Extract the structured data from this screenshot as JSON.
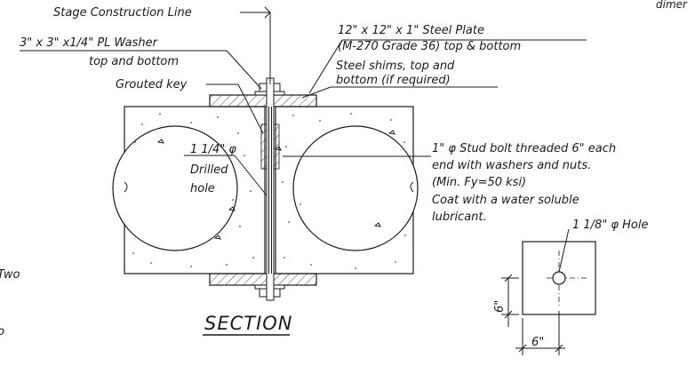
{
  "labels": {
    "stage_line": "Stage Construction Line",
    "corner_partial": "dimer",
    "steel_plate_line1": "12\" x 12\" x 1\" Steel Plate",
    "steel_plate_line2": "(M-270 Grade 36) top & bottom",
    "washer_line1": "3\" x 3\" x1/4\" PL Washer",
    "washer_line2": "top and bottom",
    "shims_line1": "Steel shims, top and",
    "shims_line2": "bottom (if required)",
    "grouted_key": "Grouted key",
    "drilled_hole_line1": "1 1/4\" φ",
    "drilled_hole_line2": "Drilled",
    "drilled_hole_line3": "hole",
    "stud_line1": "1\" φ Stud bolt threaded 6\" each",
    "stud_line2": "end with washers and nuts.",
    "stud_line3": "(Min. Fy=50 ksi)",
    "stud_line4": "Coat with a water soluble",
    "stud_line5": "lubricant.",
    "hole_label": "1 1/8\" φ Hole",
    "dim_vertical": "6\"",
    "dim_horizontal": "6\"",
    "section_title": "SECTION",
    "left_partial_1": "Two",
    "left_partial_2": "o"
  },
  "colors": {
    "ink": "#1a1a1a",
    "background": "#ffffff"
  }
}
